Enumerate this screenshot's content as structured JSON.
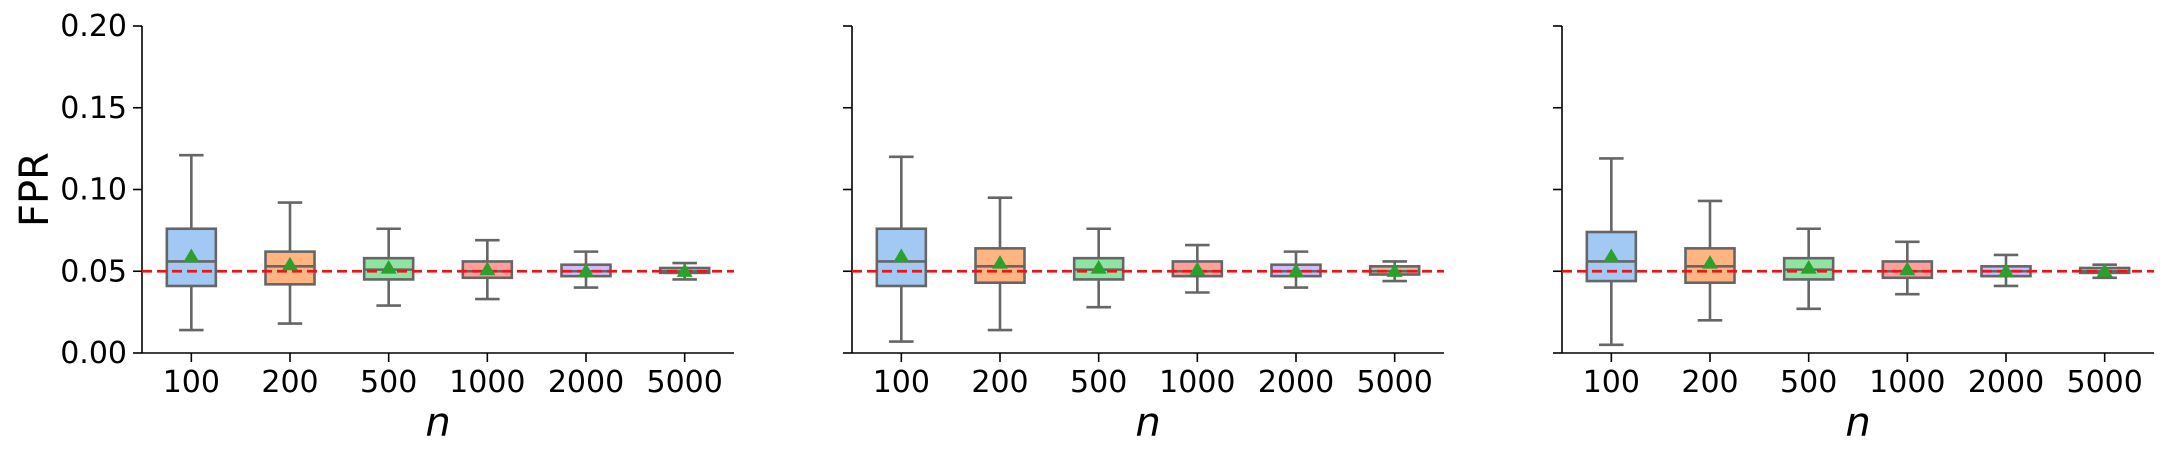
{
  "figure": {
    "ylabel": "FPR",
    "xlabel": "n"
  },
  "colors": {
    "box_fills": [
      "#a1c9f4",
      "#ffb482",
      "#8de5a1",
      "#ff9f9b",
      "#d0bbff",
      "#debb9b"
    ],
    "box_edge": "#666666",
    "median": "#666666",
    "mean_marker": "#2ca02c",
    "reference_line": "#e31a1c"
  },
  "chart_data": [
    {
      "type": "box",
      "panel": "left",
      "categories": [
        "100",
        "200",
        "500",
        "1000",
        "2000",
        "5000"
      ],
      "ylim": [
        0,
        0.2
      ],
      "yticks": [
        "0.00",
        "0.05",
        "0.10",
        "0.15",
        "0.20"
      ],
      "show_ytick_labels": true,
      "ylabel": "FPR",
      "xlabel": "n",
      "reference_line": 0.05,
      "grid": false,
      "boxes": [
        {
          "whisker_low": 0.014,
          "q1": 0.041,
          "median": 0.056,
          "q3": 0.076,
          "whisker_high": 0.121,
          "mean": 0.059
        },
        {
          "whisker_low": 0.018,
          "q1": 0.042,
          "median": 0.053,
          "q3": 0.062,
          "whisker_high": 0.092,
          "mean": 0.054
        },
        {
          "whisker_low": 0.029,
          "q1": 0.045,
          "median": 0.051,
          "q3": 0.058,
          "whisker_high": 0.076,
          "mean": 0.052
        },
        {
          "whisker_low": 0.033,
          "q1": 0.046,
          "median": 0.05,
          "q3": 0.056,
          "whisker_high": 0.069,
          "mean": 0.051
        },
        {
          "whisker_low": 0.04,
          "q1": 0.047,
          "median": 0.05,
          "q3": 0.054,
          "whisker_high": 0.062,
          "mean": 0.05
        },
        {
          "whisker_low": 0.045,
          "q1": 0.049,
          "median": 0.05,
          "q3": 0.052,
          "whisker_high": 0.055,
          "mean": 0.05
        }
      ]
    },
    {
      "type": "box",
      "panel": "middle",
      "categories": [
        "100",
        "200",
        "500",
        "1000",
        "2000",
        "5000"
      ],
      "ylim": [
        0,
        0.2
      ],
      "yticks": [
        "0.00",
        "0.05",
        "0.10",
        "0.15",
        "0.20"
      ],
      "show_ytick_labels": false,
      "xlabel": "n",
      "reference_line": 0.05,
      "grid": false,
      "boxes": [
        {
          "whisker_low": 0.007,
          "q1": 0.041,
          "median": 0.056,
          "q3": 0.076,
          "whisker_high": 0.12,
          "mean": 0.059
        },
        {
          "whisker_low": 0.014,
          "q1": 0.043,
          "median": 0.053,
          "q3": 0.064,
          "whisker_high": 0.095,
          "mean": 0.055
        },
        {
          "whisker_low": 0.028,
          "q1": 0.045,
          "median": 0.051,
          "q3": 0.058,
          "whisker_high": 0.076,
          "mean": 0.052
        },
        {
          "whisker_low": 0.037,
          "q1": 0.047,
          "median": 0.05,
          "q3": 0.056,
          "whisker_high": 0.066,
          "mean": 0.051
        },
        {
          "whisker_low": 0.04,
          "q1": 0.047,
          "median": 0.05,
          "q3": 0.054,
          "whisker_high": 0.062,
          "mean": 0.05
        },
        {
          "whisker_low": 0.044,
          "q1": 0.048,
          "median": 0.05,
          "q3": 0.053,
          "whisker_high": 0.056,
          "mean": 0.05
        }
      ]
    },
    {
      "type": "box",
      "panel": "right",
      "categories": [
        "100",
        "200",
        "500",
        "1000",
        "2000",
        "5000"
      ],
      "ylim": [
        0,
        0.2
      ],
      "yticks": [
        "0.00",
        "0.05",
        "0.10",
        "0.15",
        "0.20"
      ],
      "show_ytick_labels": false,
      "xlabel": "n",
      "reference_line": 0.05,
      "grid": false,
      "boxes": [
        {
          "whisker_low": 0.005,
          "q1": 0.044,
          "median": 0.056,
          "q3": 0.074,
          "whisker_high": 0.119,
          "mean": 0.059
        },
        {
          "whisker_low": 0.02,
          "q1": 0.043,
          "median": 0.053,
          "q3": 0.064,
          "whisker_high": 0.093,
          "mean": 0.055
        },
        {
          "whisker_low": 0.027,
          "q1": 0.045,
          "median": 0.051,
          "q3": 0.058,
          "whisker_high": 0.076,
          "mean": 0.052
        },
        {
          "whisker_low": 0.036,
          "q1": 0.046,
          "median": 0.05,
          "q3": 0.056,
          "whisker_high": 0.068,
          "mean": 0.051
        },
        {
          "whisker_low": 0.041,
          "q1": 0.047,
          "median": 0.05,
          "q3": 0.053,
          "whisker_high": 0.06,
          "mean": 0.05
        },
        {
          "whisker_low": 0.046,
          "q1": 0.049,
          "median": 0.05,
          "q3": 0.052,
          "whisker_high": 0.054,
          "mean": 0.05
        }
      ]
    }
  ]
}
